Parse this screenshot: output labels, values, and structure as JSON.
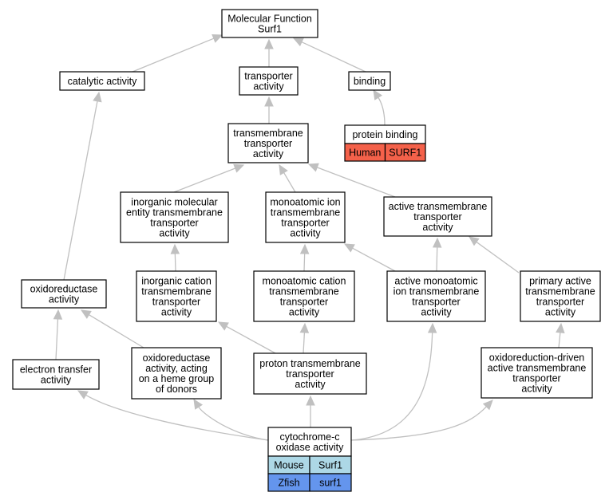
{
  "root": {
    "title": "Molecular Function",
    "subtitle": "Surf1"
  },
  "nodes": {
    "catalytic": [
      "catalytic activity"
    ],
    "transporter": [
      "transporter",
      "activity"
    ],
    "binding": [
      "binding"
    ],
    "protein_binding": [
      "protein binding"
    ],
    "tmt": [
      "transmembrane",
      "transporter",
      "activity"
    ],
    "inorganic_mol": [
      "inorganic molecular",
      "entity transmembrane",
      "transporter",
      "activity"
    ],
    "monoatomic_ion": [
      "monoatomic ion",
      "transmembrane",
      "transporter",
      "activity"
    ],
    "active_tmt": [
      "active transmembrane",
      "transporter",
      "activity"
    ],
    "inorganic_cation": [
      "inorganic cation",
      "transmembrane",
      "transporter",
      "activity"
    ],
    "monoatomic_cation": [
      "monoatomic cation",
      "transmembrane",
      "transporter",
      "activity"
    ],
    "active_monoatomic": [
      "active monoatomic",
      "ion transmembrane",
      "transporter",
      "activity"
    ],
    "primary_active": [
      "primary active",
      "transmembrane",
      "transporter",
      "activity"
    ],
    "oxidoreductase": [
      "oxidoreductase",
      "activity"
    ],
    "electron_transfer": [
      "electron transfer",
      "activity"
    ],
    "oxidoreductase_heme": [
      "oxidoreductase",
      "activity, acting",
      "on a heme group",
      "of donors"
    ],
    "proton_tmt": [
      "proton transmembrane",
      "transporter",
      "activity"
    ],
    "redox_driven": [
      "oxidoreduction-driven",
      "active transmembrane",
      "transporter",
      "activity"
    ],
    "cytochrome": [
      "cytochrome-c",
      "oxidase activity"
    ]
  },
  "annotations": {
    "protein_binding": [
      {
        "species": "Human",
        "gene": "SURF1",
        "color": "#f4614a"
      }
    ],
    "cytochrome": [
      {
        "species": "Mouse",
        "gene": "Surf1",
        "color": "#add8e6"
      },
      {
        "species": "Zfish",
        "gene": "surf1",
        "color": "#6495ed"
      }
    ]
  },
  "colors": {
    "edge": "#c0c0c0",
    "border": "#000000",
    "background": "#ffffff"
  }
}
